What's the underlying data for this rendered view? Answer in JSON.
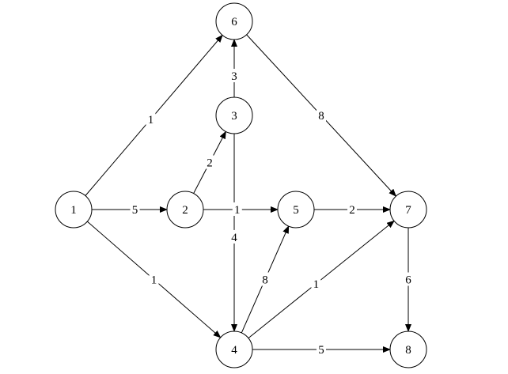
{
  "nodes": [
    {
      "id": "1",
      "label": "1"
    },
    {
      "id": "2",
      "label": "2"
    },
    {
      "id": "3",
      "label": "3"
    },
    {
      "id": "4",
      "label": "4"
    },
    {
      "id": "5",
      "label": "5"
    },
    {
      "id": "6",
      "label": "6"
    },
    {
      "id": "7",
      "label": "7"
    },
    {
      "id": "8",
      "label": "8"
    }
  ],
  "edges": [
    {
      "from": "1",
      "to": "6",
      "weight": "1"
    },
    {
      "from": "1",
      "to": "2",
      "weight": "5"
    },
    {
      "from": "1",
      "to": "4",
      "weight": "1"
    },
    {
      "from": "2",
      "to": "3",
      "weight": "2"
    },
    {
      "from": "2",
      "to": "5",
      "weight": "1"
    },
    {
      "from": "3",
      "to": "6",
      "weight": "3"
    },
    {
      "from": "3",
      "to": "4",
      "weight": "4"
    },
    {
      "from": "6",
      "to": "7",
      "weight": "8"
    },
    {
      "from": "5",
      "to": "7",
      "weight": "2"
    },
    {
      "from": "4",
      "to": "5",
      "weight": "8"
    },
    {
      "from": "4",
      "to": "7",
      "weight": "1"
    },
    {
      "from": "4",
      "to": "8",
      "weight": "5"
    },
    {
      "from": "7",
      "to": "8",
      "weight": "6"
    }
  ]
}
